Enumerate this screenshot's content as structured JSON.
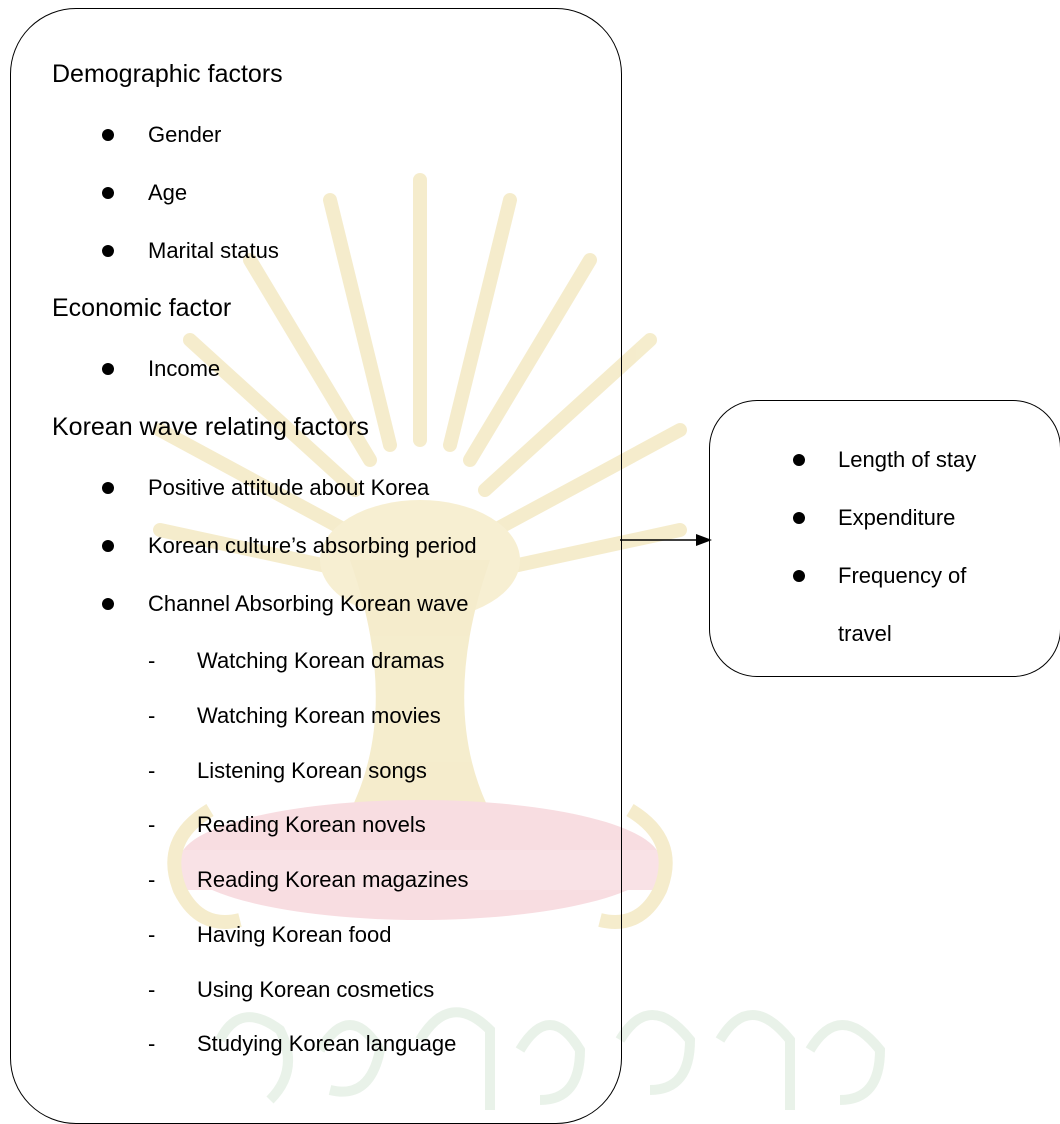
{
  "left_box": {
    "sections": [
      {
        "heading": "Demographic factors",
        "bullets": [
          "Gender",
          "Age",
          "Marital status"
        ]
      },
      {
        "heading": "Economic factor",
        "bullets": [
          "Income"
        ]
      },
      {
        "heading": "Korean wave relating factors",
        "bullets": [
          "Positive attitude about Korea",
          "Korean culture’s absorbing period",
          "Channel Absorbing Korean wave"
        ],
        "sub_dash": "-",
        "subitems": [
          "Watching Korean dramas",
          "Watching Korean movies",
          "Listening Korean songs",
          "Reading Korean novels",
          "Reading Korean magazines",
          "Having Korean food",
          "Using Korean cosmetics",
          "Studying Korean language"
        ]
      }
    ]
  },
  "right_box": {
    "bullets": [
      "Length of stay",
      "Expenditure",
      "Frequency of",
      "travel"
    ]
  },
  "colors": {
    "stroke": "#000000",
    "watermark_gold": "#e9d690",
    "watermark_pink": "#f0b4bd",
    "watermark_green": "#cfe3cf"
  }
}
